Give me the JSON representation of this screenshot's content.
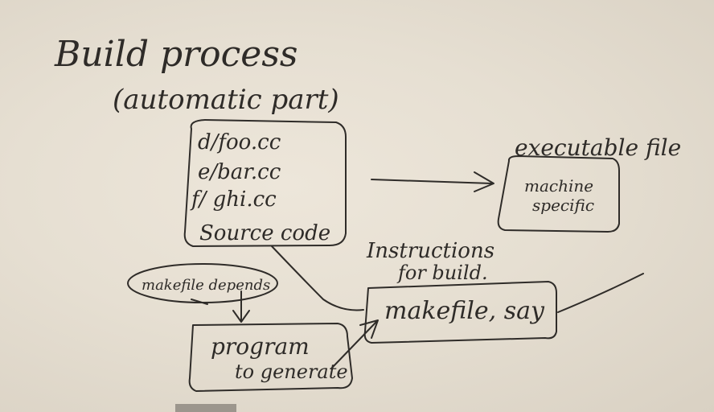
{
  "board": {
    "title": "Build process",
    "subtitle": "(automatic part)",
    "source_files": [
      "d/foo.cc",
      "e/bar.cc",
      "f/ ghi.cc"
    ],
    "source_label": "Source code",
    "executable_label": "executable file",
    "machine_specific": [
      "machine",
      "specific"
    ],
    "instructions": [
      "Instructions",
      "for build."
    ],
    "makefile_box": "makefile, say",
    "makefile_depends": "makefile depends",
    "program_box": [
      "program",
      "to generate"
    ]
  }
}
